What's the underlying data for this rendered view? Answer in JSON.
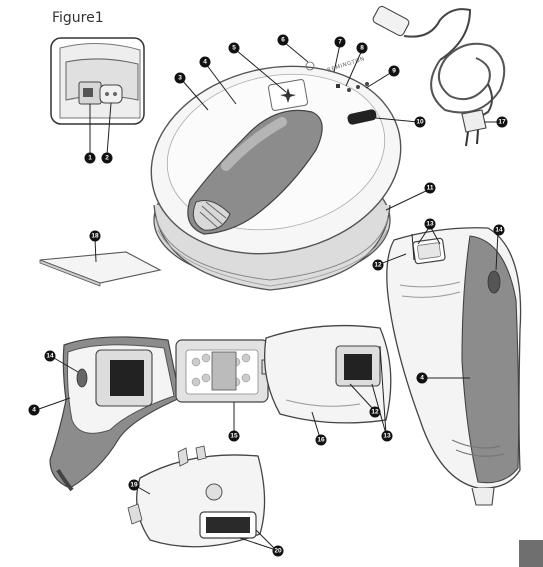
{
  "figure": {
    "title": "Figure1",
    "brand_text": "REMINGTON"
  },
  "callouts": [
    {
      "id": "callout-1",
      "number": "1"
    },
    {
      "id": "callout-2",
      "number": "2"
    },
    {
      "id": "callout-3",
      "number": "3"
    },
    {
      "id": "callout-4a",
      "number": "4"
    },
    {
      "id": "callout-5",
      "number": "5"
    },
    {
      "id": "callout-6",
      "number": "6"
    },
    {
      "id": "callout-7",
      "number": "7"
    },
    {
      "id": "callout-8",
      "number": "8"
    },
    {
      "id": "callout-9",
      "number": "9"
    },
    {
      "id": "callout-10",
      "number": "10"
    },
    {
      "id": "callout-11",
      "number": "11"
    },
    {
      "id": "callout-12a",
      "number": "12"
    },
    {
      "id": "callout-13a",
      "number": "13"
    },
    {
      "id": "callout-14a",
      "number": "14"
    },
    {
      "id": "callout-4b",
      "number": "4"
    },
    {
      "id": "callout-17",
      "number": "17"
    },
    {
      "id": "callout-18",
      "number": "18"
    },
    {
      "id": "callout-14b",
      "number": "14"
    },
    {
      "id": "callout-4c",
      "number": "4"
    },
    {
      "id": "callout-15",
      "number": "15"
    },
    {
      "id": "callout-16",
      "number": "16"
    },
    {
      "id": "callout-12b",
      "number": "12"
    },
    {
      "id": "callout-13b",
      "number": "13"
    },
    {
      "id": "callout-19",
      "number": "19"
    },
    {
      "id": "callout-20",
      "number": "20"
    }
  ],
  "colors": {
    "outline": "#555555",
    "body": "#f4f4f4",
    "grip": "#8c8c8c",
    "callout": "#111111",
    "page_tab": "#6f6f6f"
  }
}
